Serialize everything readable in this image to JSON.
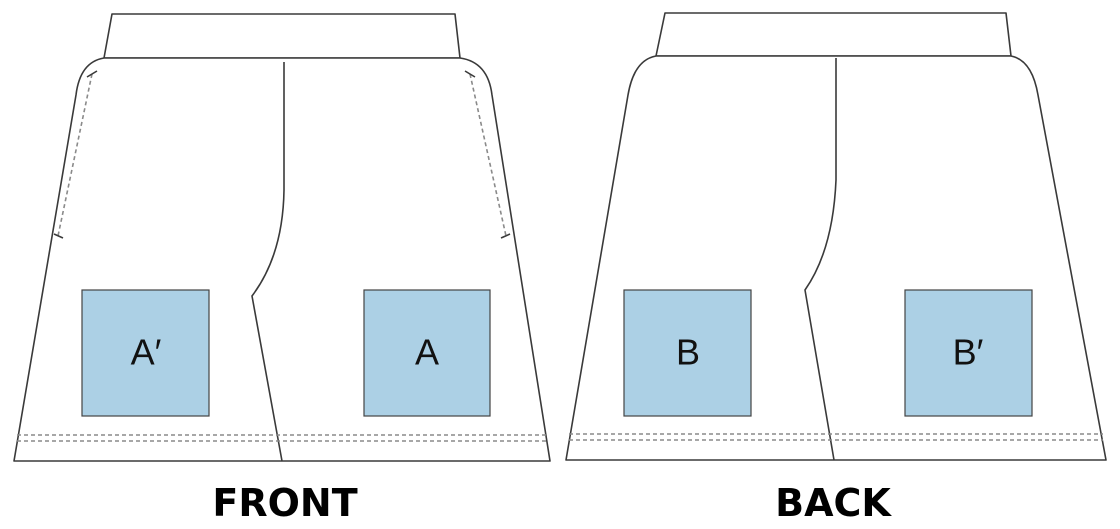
{
  "colors": {
    "patch_fill": "#acd0e5",
    "outline": "#3a3a3a",
    "stitch": "#8a8a8a"
  },
  "views": {
    "front": {
      "label": "FRONT",
      "patch_left": "A′",
      "patch_right": "A"
    },
    "back": {
      "label": "BACK",
      "patch_left": "B",
      "patch_right": "B′"
    }
  }
}
